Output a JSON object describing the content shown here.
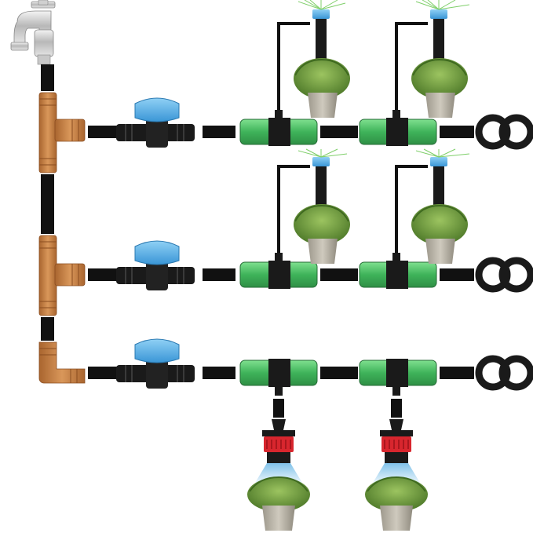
{
  "diagram": {
    "components": {
      "faucet": "faucet-icon",
      "tee_connector": "tee-connector-icon",
      "elbow_connector": "elbow-connector-icon",
      "shutoff_valve": "shutoff-valve-icon",
      "tube_coupler": "tube-coupler-icon",
      "end_closure": "figure-eight-end-closure-icon",
      "micro_sprinkler": "micro-sprinkler-icon",
      "adjustable_dripper": "adjustable-dripper-icon",
      "potted_plant": "potted-plant-icon"
    },
    "colors": {
      "tubing": "#111111",
      "connector_brown": "#c8844a",
      "valve_blue": "#4aa8e0",
      "coupler_green": "#4cc46a",
      "dripper_red": "#d8262e",
      "foliage": "#6f9a3e",
      "pot": "#b9b4a8"
    },
    "rows": [
      {
        "connector": "tee",
        "outputs": [
          "sprinkler-up",
          "sprinkler-up"
        ]
      },
      {
        "connector": "tee",
        "outputs": [
          "sprinkler-up",
          "sprinkler-up"
        ]
      },
      {
        "connector": "elbow",
        "outputs": [
          "dripper-down",
          "dripper-down"
        ]
      }
    ]
  }
}
